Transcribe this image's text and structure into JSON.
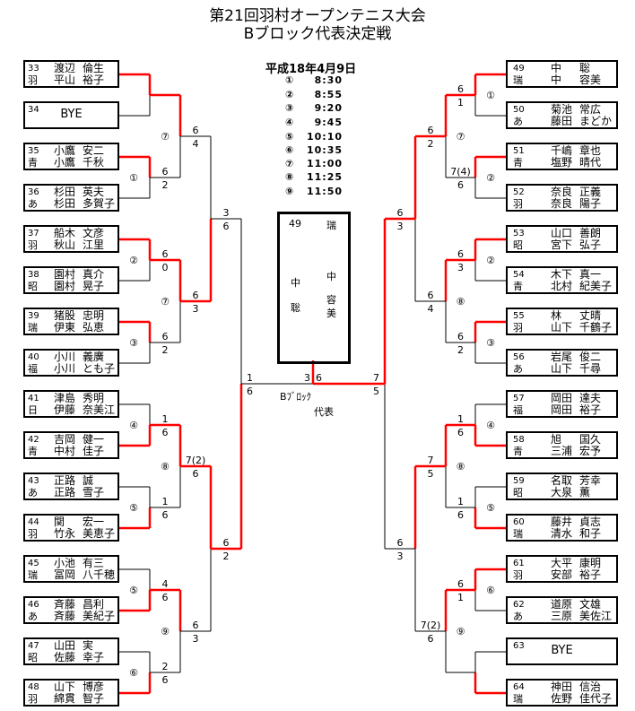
{
  "header": {
    "title": "第21回羽村オープンテニス大会",
    "subtitle": "Bブロック代表決定戦"
  },
  "schedule": {
    "date": "平成18年4月9日",
    "slots": [
      {
        "mark": "①",
        "time": "8:30"
      },
      {
        "mark": "②",
        "time": "8:55"
      },
      {
        "mark": "③",
        "time": "9:20"
      },
      {
        "mark": "④",
        "time": "9:45"
      },
      {
        "mark": "⑤",
        "time": "10:10"
      },
      {
        "mark": "⑥",
        "time": "10:35"
      },
      {
        "mark": "⑦",
        "time": "11:00"
      },
      {
        "mark": "⑧",
        "time": "11:25"
      },
      {
        "mark": "⑨",
        "time": "11:50"
      }
    ]
  },
  "colors": {
    "winner_line": "#ff0000",
    "line": "#000000"
  },
  "left": {
    "entries": [
      {
        "no": "33",
        "club": "羽",
        "p1": [
          "渡辺",
          "倫生"
        ],
        "p2": [
          "平山",
          "裕子"
        ]
      },
      {
        "no": "34",
        "bye": "BYE"
      },
      {
        "no": "35",
        "club": "青",
        "p1": [
          "小鷹",
          "安二"
        ],
        "p2": [
          "小鷹",
          "千秋"
        ]
      },
      {
        "no": "36",
        "club": "あ",
        "p1": [
          "杉田",
          "英夫"
        ],
        "p2": [
          "杉田",
          "多賀子"
        ]
      },
      {
        "no": "37",
        "club": "羽",
        "p1": [
          "船木",
          "文彦"
        ],
        "p2": [
          "秋山",
          "江里"
        ]
      },
      {
        "no": "38",
        "club": "昭",
        "p1": [
          "園村",
          "真介"
        ],
        "p2": [
          "園村",
          "晃子"
        ]
      },
      {
        "no": "39",
        "club": "瑞",
        "p1": [
          "猪股",
          "忠明"
        ],
        "p2": [
          "伊東",
          "弘恵"
        ]
      },
      {
        "no": "40",
        "club": "福",
        "p1": [
          "小川",
          "義廣"
        ],
        "p2": [
          "小川",
          "とも子"
        ]
      },
      {
        "no": "41",
        "club": "日",
        "p1": [
          "津島",
          "秀明"
        ],
        "p2": [
          "伊藤",
          "奈美江"
        ]
      },
      {
        "no": "42",
        "club": "青",
        "p1": [
          "吉岡",
          "健一"
        ],
        "p2": [
          "中村",
          "佳子"
        ]
      },
      {
        "no": "43",
        "club": "あ",
        "p1": [
          "正路",
          "誠"
        ],
        "p2": [
          "正路",
          "雪子"
        ]
      },
      {
        "no": "44",
        "club": "羽",
        "p1": [
          "関",
          "宏一"
        ],
        "p2": [
          "竹永",
          "美恵子"
        ]
      },
      {
        "no": "45",
        "club": "瑞",
        "p1": [
          "小池",
          "有三"
        ],
        "p2": [
          "冨岡",
          "八千穂"
        ]
      },
      {
        "no": "46",
        "club": "あ",
        "p1": [
          "斉藤",
          "昌利"
        ],
        "p2": [
          "斉藤",
          "美紀子"
        ]
      },
      {
        "no": "47",
        "club": "昭",
        "p1": [
          "山田",
          "実"
        ],
        "p2": [
          "佐藤",
          "幸子"
        ]
      },
      {
        "no": "48",
        "club": "羽",
        "p1": [
          "山下",
          "博彦"
        ],
        "p2": [
          "綿貫",
          "智子"
        ]
      }
    ],
    "rounds": [
      [
        {
          "mark": "",
          "score": [
            "",
            ""
          ],
          "winner": 0
        },
        {
          "mark": "①",
          "score": [
            "6",
            "2"
          ],
          "winner": 0
        },
        {
          "mark": "②",
          "score": [
            "6",
            "0"
          ],
          "winner": 0
        },
        {
          "mark": "③",
          "score": [
            "6",
            "2"
          ],
          "winner": 0
        },
        {
          "mark": "④",
          "score": [
            "1",
            "6"
          ],
          "winner": 1
        },
        {
          "mark": "⑤",
          "score": [
            "1",
            "6"
          ],
          "winner": 1
        },
        {
          "mark": "⑤",
          "score": [
            "4",
            "6"
          ],
          "winner": 1
        },
        {
          "mark": "⑥",
          "score": [
            "2",
            "6"
          ],
          "winner": 1
        }
      ],
      [
        {
          "mark": "⑦",
          "score": [
            "6",
            "4"
          ],
          "winner": 0
        },
        {
          "mark": "⑦",
          "score": [
            "6",
            "3"
          ],
          "winner": 0
        },
        {
          "mark": "⑧",
          "score": [
            "7(2)",
            "6"
          ],
          "winner": 0
        },
        {
          "mark": "⑨",
          "score": [
            "6",
            "3"
          ],
          "winner": 0
        }
      ],
      [
        {
          "mark": "",
          "score": [
            "3",
            "6"
          ],
          "winner": 1
        },
        {
          "mark": "",
          "score": [
            "6",
            "2"
          ],
          "winner": 0
        }
      ],
      [
        {
          "mark": "",
          "score": [
            "1",
            "6"
          ],
          "winner": 1
        }
      ]
    ]
  },
  "right": {
    "entries": [
      {
        "no": "49",
        "club": "瑞",
        "p1": [
          "中",
          "聡"
        ],
        "p2": [
          "中",
          "容美"
        ]
      },
      {
        "no": "50",
        "club": "あ",
        "p1": [
          "菊池",
          "常広"
        ],
        "p2": [
          "藤田",
          "まどか"
        ]
      },
      {
        "no": "51",
        "club": "青",
        "p1": [
          "千嶋",
          "章也"
        ],
        "p2": [
          "塩野",
          "晴代"
        ]
      },
      {
        "no": "52",
        "club": "羽",
        "p1": [
          "奈良",
          "正義"
        ],
        "p2": [
          "奈良",
          "陽子"
        ]
      },
      {
        "no": "53",
        "club": "昭",
        "p1": [
          "山口",
          "善朗"
        ],
        "p2": [
          "宮下",
          "弘子"
        ]
      },
      {
        "no": "54",
        "club": "青",
        "p1": [
          "木下",
          "真一"
        ],
        "p2": [
          "北村",
          "紀美子"
        ]
      },
      {
        "no": "55",
        "club": "羽",
        "p1": [
          "林",
          "丈晴"
        ],
        "p2": [
          "山下",
          "千鶴子"
        ]
      },
      {
        "no": "56",
        "club": "あ",
        "p1": [
          "岩尾",
          "俊二"
        ],
        "p2": [
          "山下",
          "千尋"
        ]
      },
      {
        "no": "57",
        "club": "福",
        "p1": [
          "岡田",
          "達夫"
        ],
        "p2": [
          "岡田",
          "裕子"
        ]
      },
      {
        "no": "58",
        "club": "青",
        "p1": [
          "旭",
          "国久"
        ],
        "p2": [
          "三浦",
          "宏予"
        ]
      },
      {
        "no": "59",
        "club": "昭",
        "p1": [
          "名取",
          "芳幸"
        ],
        "p2": [
          "大泉",
          "薫"
        ]
      },
      {
        "no": "60",
        "club": "瑞",
        "p1": [
          "藤井",
          "貞志"
        ],
        "p2": [
          "清水",
          "和子"
        ]
      },
      {
        "no": "61",
        "club": "羽",
        "p1": [
          "大平",
          "康明"
        ],
        "p2": [
          "安部",
          "裕子"
        ]
      },
      {
        "no": "62",
        "club": "あ",
        "p1": [
          "道原",
          "文雄"
        ],
        "p2": [
          "三原",
          "美佐江"
        ]
      },
      {
        "no": "63",
        "bye": "BYE"
      },
      {
        "no": "64",
        "club": "瑞",
        "p1": [
          "神田",
          "信治"
        ],
        "p2": [
          "佐野",
          "佳代子"
        ]
      }
    ],
    "rounds": [
      [
        {
          "mark": "①",
          "score": [
            "6",
            "1"
          ],
          "winner": 0
        },
        {
          "mark": "②",
          "score": [
            "7(4)",
            "6"
          ],
          "winner": 0
        },
        {
          "mark": "②",
          "score": [
            "6",
            "3"
          ],
          "winner": 0
        },
        {
          "mark": "③",
          "score": [
            "6",
            "2"
          ],
          "winner": 0
        },
        {
          "mark": "④",
          "score": [
            "1",
            "6"
          ],
          "winner": 1
        },
        {
          "mark": "⑤",
          "score": [
            "1",
            "6"
          ],
          "winner": 1
        },
        {
          "mark": "⑥",
          "score": [
            "6",
            "1"
          ],
          "winner": 0
        },
        {
          "mark": "",
          "score": [
            "",
            ""
          ],
          "winner": 1
        }
      ],
      [
        {
          "mark": "⑦",
          "score": [
            "6",
            "2"
          ],
          "winner": 0
        },
        {
          "mark": "⑧",
          "score": [
            "6",
            "4"
          ],
          "winner": 0
        },
        {
          "mark": "⑧",
          "score": [
            "7",
            "5"
          ],
          "winner": 0
        },
        {
          "mark": "⑨",
          "score": [
            "7(2)",
            "6"
          ],
          "winner": 0
        }
      ],
      [
        {
          "mark": "",
          "score": [
            "6",
            "3"
          ],
          "winner": 0
        },
        {
          "mark": "",
          "score": [
            "6",
            "3"
          ],
          "winner": 0
        }
      ],
      [
        {
          "mark": "",
          "score": [
            "7",
            "5"
          ],
          "winner": 0
        }
      ]
    ]
  },
  "final": {
    "score_left": "3",
    "score_right": "6",
    "winner": "right",
    "caption_1": "Bﾌﾞﾛｯｸ",
    "caption_2": "代表",
    "champion": {
      "no": "49",
      "club": "瑞",
      "p1": [
        "中",
        "聡"
      ],
      "p2": [
        "中",
        "容美"
      ]
    }
  }
}
